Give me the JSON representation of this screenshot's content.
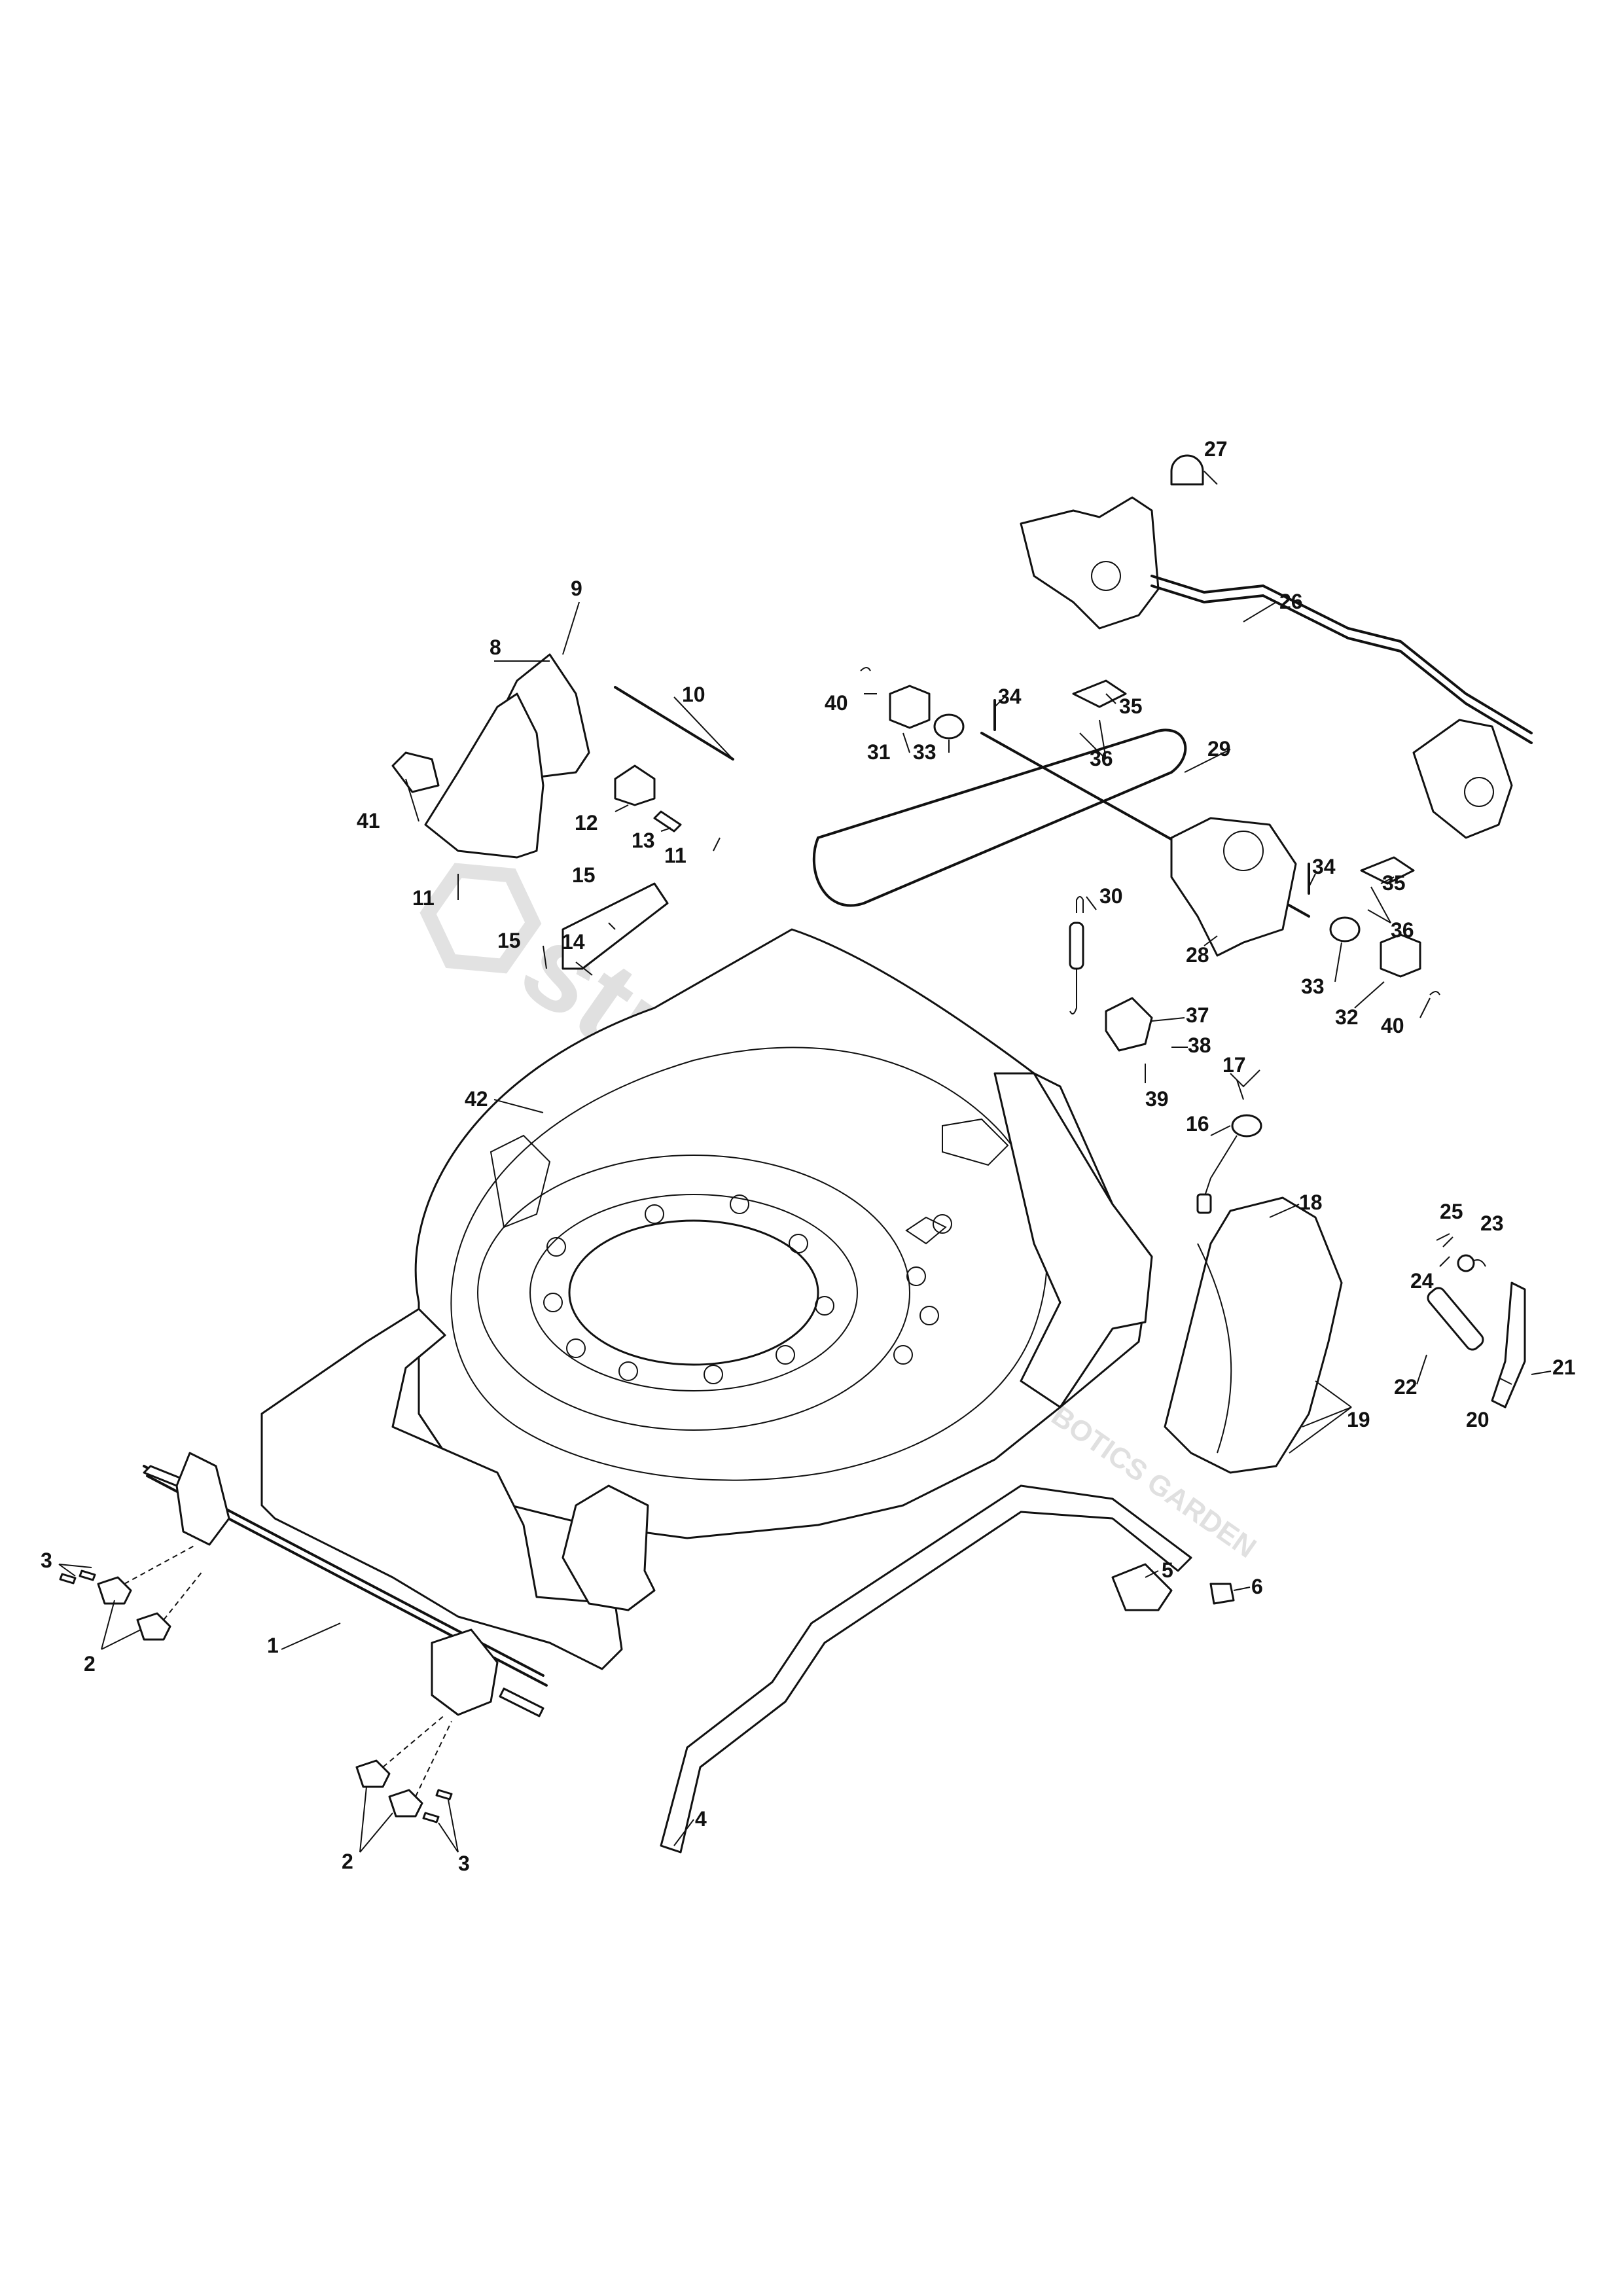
{
  "diagram": {
    "watermark": {
      "brand": "stretek",
      "tagline": "ITALIA · ROBOTICS GARDEN"
    },
    "callouts": [
      {
        "id": "c1",
        "text": "1"
      },
      {
        "id": "c2a",
        "text": "2"
      },
      {
        "id": "c2b",
        "text": "2"
      },
      {
        "id": "c3a",
        "text": "3"
      },
      {
        "id": "c3b",
        "text": "3"
      },
      {
        "id": "c4",
        "text": "4"
      },
      {
        "id": "c5",
        "text": "5"
      },
      {
        "id": "c6",
        "text": "6"
      },
      {
        "id": "c8",
        "text": "8"
      },
      {
        "id": "c9",
        "text": "9"
      },
      {
        "id": "c10",
        "text": "10"
      },
      {
        "id": "c11a",
        "text": "11"
      },
      {
        "id": "c11b",
        "text": "11"
      },
      {
        "id": "c12",
        "text": "12"
      },
      {
        "id": "c13",
        "text": "13"
      },
      {
        "id": "c14",
        "text": "14"
      },
      {
        "id": "c15a",
        "text": "15"
      },
      {
        "id": "c15b",
        "text": "15"
      },
      {
        "id": "c16",
        "text": "16"
      },
      {
        "id": "c17",
        "text": "17"
      },
      {
        "id": "c18",
        "text": "18"
      },
      {
        "id": "c19",
        "text": "19"
      },
      {
        "id": "c20",
        "text": "20"
      },
      {
        "id": "c21",
        "text": "21"
      },
      {
        "id": "c22",
        "text": "22"
      },
      {
        "id": "c23",
        "text": "23"
      },
      {
        "id": "c24",
        "text": "24"
      },
      {
        "id": "c25",
        "text": "25"
      },
      {
        "id": "c26",
        "text": "26"
      },
      {
        "id": "c27",
        "text": "27"
      },
      {
        "id": "c28",
        "text": "28"
      },
      {
        "id": "c29",
        "text": "29"
      },
      {
        "id": "c30",
        "text": "30"
      },
      {
        "id": "c31",
        "text": "31"
      },
      {
        "id": "c32",
        "text": "32"
      },
      {
        "id": "c33a",
        "text": "33"
      },
      {
        "id": "c33b",
        "text": "33"
      },
      {
        "id": "c34a",
        "text": "34"
      },
      {
        "id": "c34b",
        "text": "34"
      },
      {
        "id": "c35a",
        "text": "35"
      },
      {
        "id": "c35b",
        "text": "35"
      },
      {
        "id": "c36a",
        "text": "36"
      },
      {
        "id": "c36b",
        "text": "36"
      },
      {
        "id": "c37",
        "text": "37"
      },
      {
        "id": "c38",
        "text": "38"
      },
      {
        "id": "c39",
        "text": "39"
      },
      {
        "id": "c40a",
        "text": "40"
      },
      {
        "id": "c40b",
        "text": "40"
      },
      {
        "id": "c41",
        "text": "41"
      },
      {
        "id": "c42",
        "text": "42"
      }
    ]
  }
}
